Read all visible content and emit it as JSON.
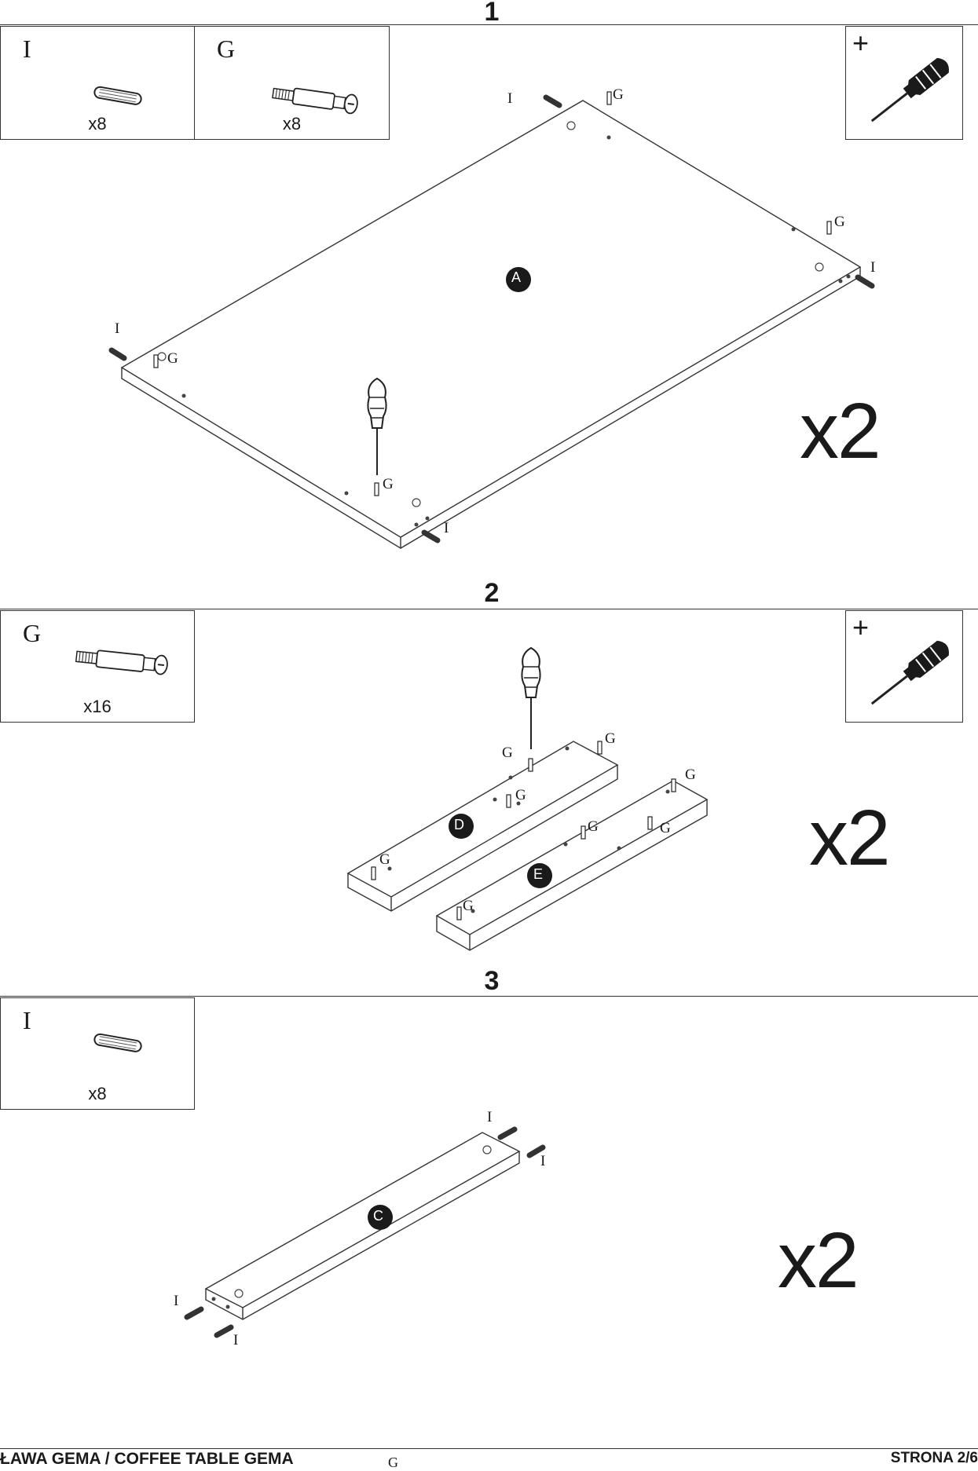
{
  "steps": [
    {
      "number": "1",
      "parts": [
        {
          "letter": "I",
          "qty": "x8",
          "icon": "dowel-icon"
        },
        {
          "letter": "G",
          "qty": "x8",
          "icon": "cam-bolt-icon"
        }
      ],
      "tool": {
        "symbol": "+",
        "icon": "screwdriver-icon"
      },
      "panels": [
        {
          "letter": "A"
        }
      ],
      "multiplier": "x2",
      "callouts": [
        "I",
        "G",
        "G",
        "I",
        "I",
        "G",
        "G",
        "I"
      ]
    },
    {
      "number": "2",
      "parts": [
        {
          "letter": "G",
          "qty": "x16",
          "icon": "cam-bolt-icon"
        }
      ],
      "tool": {
        "symbol": "+",
        "icon": "screwdriver-icon"
      },
      "panels": [
        {
          "letter": "D"
        },
        {
          "letter": "E"
        }
      ],
      "multiplier": "x2",
      "callouts": [
        "G",
        "G",
        "G",
        "G",
        "G",
        "G",
        "G",
        "G"
      ]
    },
    {
      "number": "3",
      "parts": [
        {
          "letter": "I",
          "qty": "x8",
          "icon": "dowel-icon"
        }
      ],
      "panels": [
        {
          "letter": "C"
        }
      ],
      "multiplier": "x2",
      "callouts": [
        "I",
        "I",
        "I",
        "I"
      ]
    }
  ],
  "footer": {
    "title": "ŁAWA GEMA / COFFEE TABLE GEMA",
    "stray": "G",
    "page": "STRONA 2/6"
  },
  "colors": {
    "ink": "#1a1a1a",
    "line": "#333333",
    "badge": "#1a1a1a"
  }
}
